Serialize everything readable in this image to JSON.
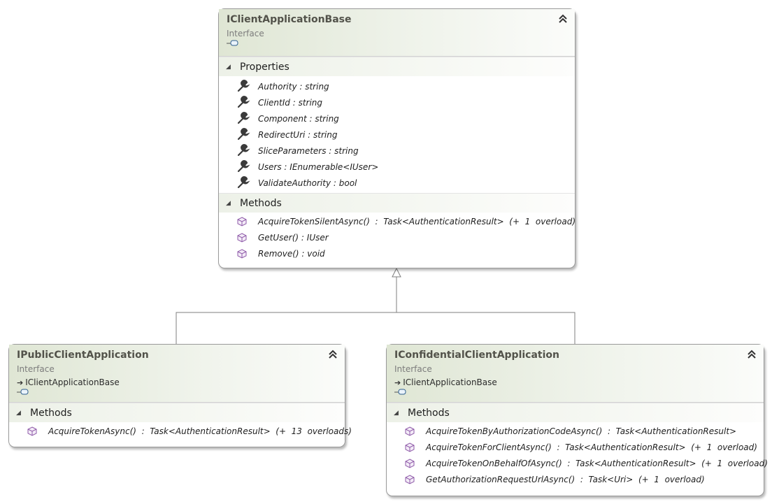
{
  "base_class": {
    "name": "IClientApplicationBase",
    "kind": "Interface",
    "properties_label": "Properties",
    "properties": [
      "Authority : string",
      "ClientId : string",
      "Component : string",
      "RedirectUri : string",
      "SliceParameters : string",
      "Users : IEnumerable<IUser>",
      "ValidateAuthority : bool"
    ],
    "methods_label": "Methods",
    "methods": [
      "AcquireTokenSilentAsync()  :  Task<AuthenticationResult>  (+  1  overload)",
      "GetUser() : IUser",
      "Remove() : void"
    ]
  },
  "public_class": {
    "name": "IPublicClientApplication",
    "kind": "Interface",
    "base": "IClientApplicationBase",
    "methods_label": "Methods",
    "methods": [
      "AcquireTokenAsync()  :  Task<AuthenticationResult>  (+  13  overloads)"
    ]
  },
  "confidential_class": {
    "name": "IConfidentialClientApplication",
    "kind": "Interface",
    "base": "IClientApplicationBase",
    "methods_label": "Methods",
    "methods": [
      "AcquireTokenByAuthorizationCodeAsync()  :  Task<AuthenticationResult>",
      "AcquireTokenForClientAsync()  :  Task<AuthenticationResult>  (+  1  overload)",
      "AcquireTokenOnBehalfOfAsync()  :  Task<AuthenticationResult>  (+  1  overload)",
      "GetAuthorizationRequestUrlAsync()  :  Task<Uri>  (+  1  overload)"
    ]
  },
  "icons": {
    "collapse": "double-chevron-up-icon",
    "property": "wrench-icon",
    "method": "cube-icon",
    "lollipop": "interface-lollipop-icon",
    "inherit": "arrow-right-icon"
  },
  "colors": {
    "header_start": "#dfe6d4",
    "border": "#9a9a9a",
    "method_icon": "#8e5aa8",
    "property_icon": "#3a3a3a"
  }
}
